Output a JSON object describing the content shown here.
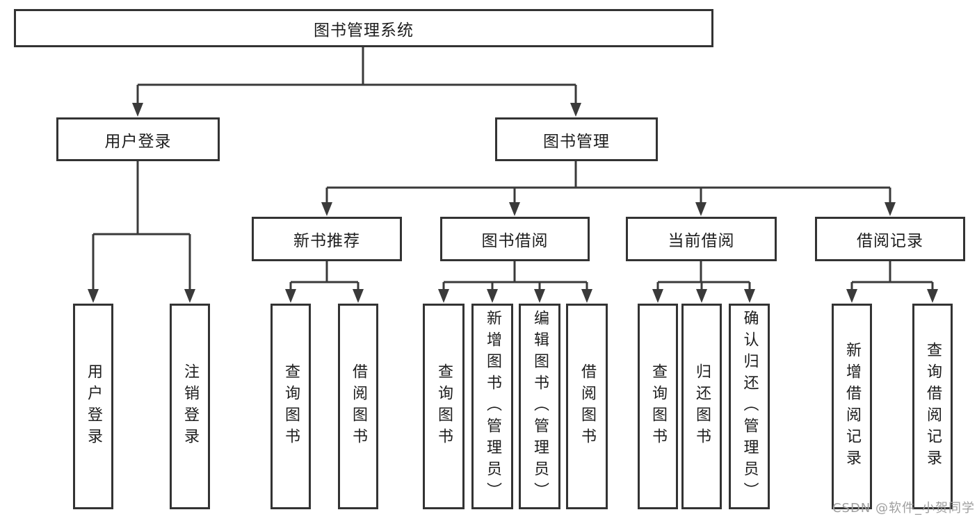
{
  "colors": {
    "line": "#3a3a3a",
    "box_border": "#333333",
    "text": "#1d1d1d",
    "watermark": "#9e9e9e",
    "background": "#ffffff"
  },
  "watermark": "CSDN @软件_小贺同学",
  "tree": {
    "root": {
      "label": "图书管理系统"
    },
    "branches": [
      {
        "label": "用户登录",
        "children": [
          {
            "label": "用户登录"
          },
          {
            "label": "注销登录"
          }
        ]
      },
      {
        "label": "图书管理",
        "groups": [
          {
            "label": "新书推荐",
            "children": [
              {
                "label": "查询图书"
              },
              {
                "label": "借阅图书"
              }
            ]
          },
          {
            "label": "图书借阅",
            "children": [
              {
                "label": "查询图书"
              },
              {
                "label": "新增图书（管理员）"
              },
              {
                "label": "编辑图书（管理员）"
              },
              {
                "label": "借阅图书"
              }
            ]
          },
          {
            "label": "当前借阅",
            "children": [
              {
                "label": "查询图书"
              },
              {
                "label": "归还图书"
              },
              {
                "label": "确认归还（管理员）"
              }
            ]
          },
          {
            "label": "借阅记录",
            "children": [
              {
                "label": "新增借阅记录"
              },
              {
                "label": "查询借阅记录"
              }
            ]
          }
        ]
      }
    ]
  }
}
